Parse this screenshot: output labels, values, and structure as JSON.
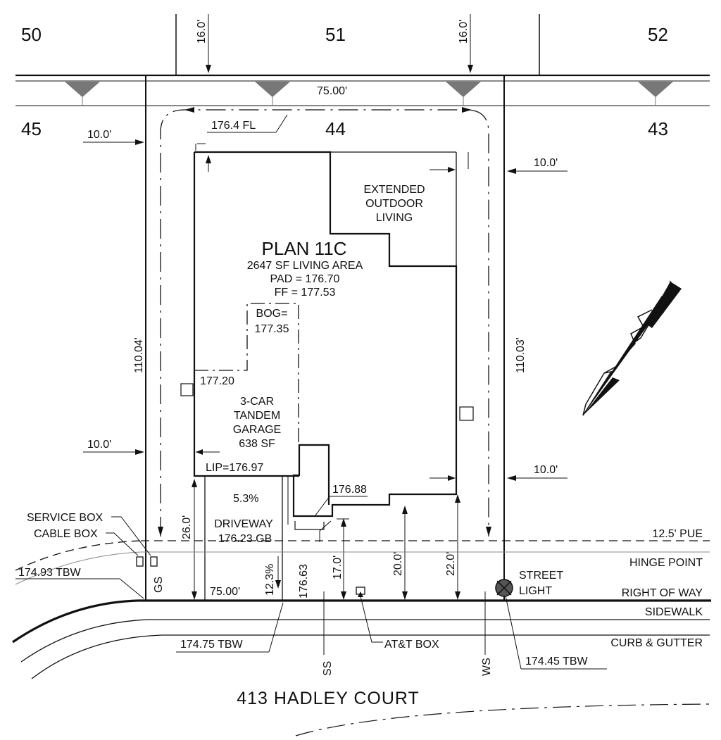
{
  "lots": {
    "l50": "50",
    "l51": "51",
    "l52": "52",
    "l45": "45",
    "l44": "44",
    "l43": "43"
  },
  "street": {
    "address": "413 HADLEY COURT"
  },
  "plan": {
    "name": "PLAN 11C",
    "living_area": "2647 SF LIVING AREA",
    "pad": "PAD = 176.70",
    "ff": "FF = 177.53",
    "bog_label": "BOG=",
    "bog_value": "177.35",
    "outdoor_1": "EXTENDED",
    "outdoor_2": "OUTDOOR",
    "outdoor_3": "LIVING",
    "garage_1": "3-CAR",
    "garage_2": "TANDEM",
    "garage_3": "GARAGE",
    "garage_4": "638 SF",
    "lip": "LIP=176.97",
    "elev_177_20": "177.20",
    "elev_176_88": "176.88"
  },
  "dimensions": {
    "setback_top_left": "16.0'",
    "setback_top_right": "16.0'",
    "rear_width": "75.00'",
    "fl": "176.4  FL",
    "side_left_top": "10.0'",
    "side_right_top": "10.0'",
    "side_left_bottom": "10.0'",
    "side_right_bottom": "10.0'",
    "depth_left": "110.04'",
    "depth_right": "110.03'",
    "front_26": "26.0'",
    "front_17": "17.0'",
    "front_20": "20.0'",
    "front_22": "22.0'",
    "front_width": "75.00'",
    "slope_driveway": "5.3%",
    "slope_walk": "12.3%"
  },
  "driveway": {
    "label": "DRIVEWAY",
    "gb": "176.23  GB",
    "elev_176_63": "176.63"
  },
  "utilities": {
    "service_box": "SERVICE BOX",
    "cable_box": "CABLE BOX",
    "tbw_left": "174.93  TBW",
    "tbw_mid": "174.75  TBW",
    "tbw_right": "174.45  TBW",
    "gs": "GS",
    "ss": "SS",
    "ws": "WS",
    "att_box": "AT&T BOX",
    "street_light_1": "STREET",
    "street_light_2": "LIGHT"
  },
  "legend_right": {
    "pue": "12.5'  PUE",
    "hinge": "HINGE POINT",
    "row": "RIGHT OF WAY",
    "sidewalk": "SIDEWALK",
    "curb": "CURB & GUTTER"
  }
}
